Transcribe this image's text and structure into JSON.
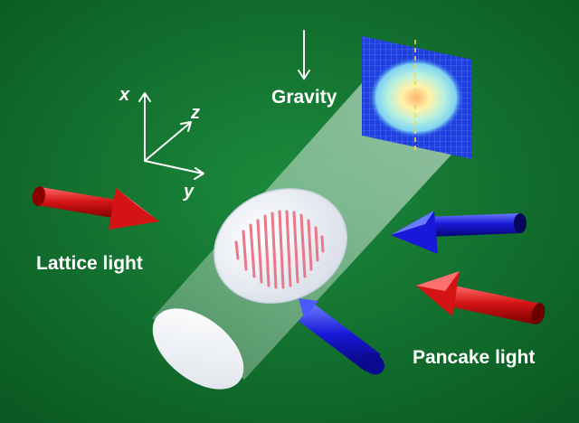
{
  "labels": {
    "gravity": "Gravity",
    "lattice_light": "Lattice light",
    "pancake_light": "Pancake light",
    "axis_x": "x",
    "axis_y": "y",
    "axis_z": "z"
  },
  "colors": {
    "background": "#0f6b2c",
    "lattice_beam": "#d01818",
    "pancake_beam": "#1a1ad8",
    "detector_grid": "#1f3fe0",
    "fringes": "#e8788a"
  },
  "icons": [
    "gravity-arrow-icon",
    "coordinate-axes-icon",
    "red-arrow-icon",
    "blue-arrow-icon"
  ]
}
